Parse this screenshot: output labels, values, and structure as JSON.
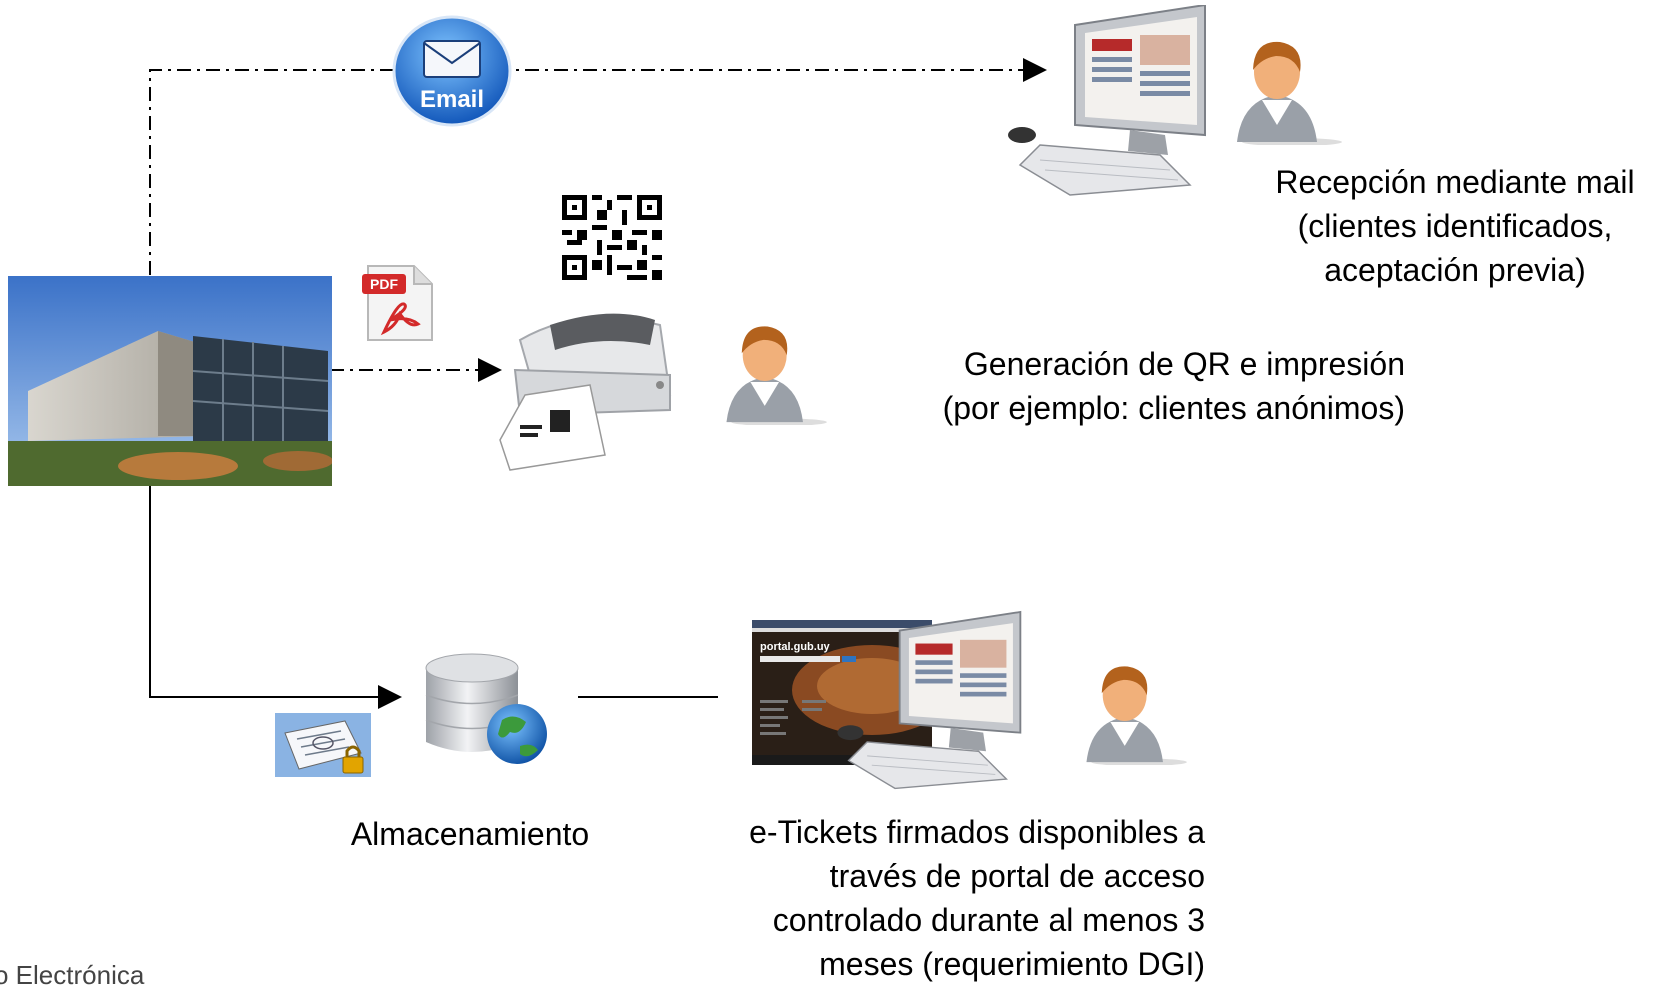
{
  "email_badge": {
    "label": "Email"
  },
  "pdf_badge": {
    "label": "PDF"
  },
  "captions": {
    "email": {
      "line1": "Recepción mediante mail",
      "line2": "(clientes identificados,",
      "line3": "aceptación previa)"
    },
    "qr": {
      "line1": "Generación de QR e impresión",
      "line2": "(por ejemplo: clientes anónimos)"
    },
    "storage": "Almacenamiento",
    "portal": {
      "line1": "e-Tickets firmados disponibles a",
      "line2": "través de portal de acceso",
      "line3": "controlado durante al menos 3",
      "line4": "meses (requerimiento DGI)"
    }
  },
  "portal_screen": {
    "title": "portal.gub.uy"
  },
  "footer": "o Electrónica"
}
